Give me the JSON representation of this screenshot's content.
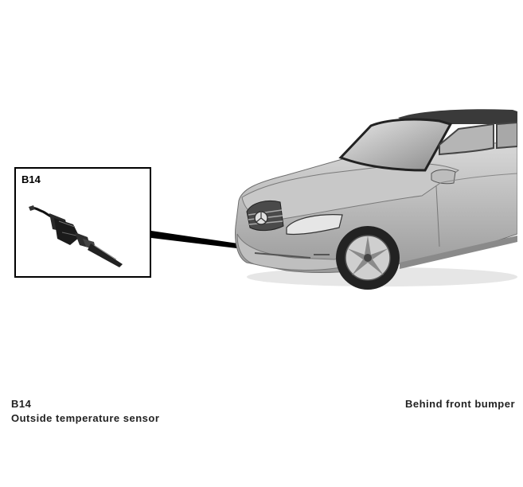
{
  "inset": {
    "label": "B14"
  },
  "caption": {
    "code": "B14",
    "description": "Outside temperature sensor",
    "location": "Behind front bumper"
  },
  "illustration": {
    "component_icon": "temperature-sensor",
    "vehicle_icon": "coupe-car"
  }
}
